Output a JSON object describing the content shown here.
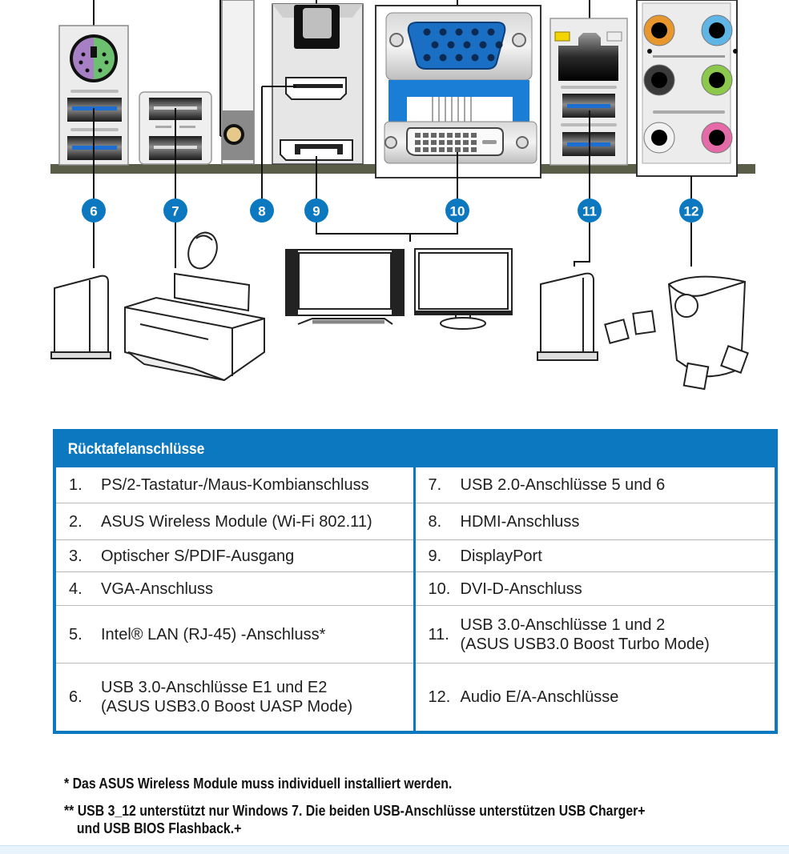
{
  "diagram": {
    "callouts": [
      "6",
      "7",
      "8",
      "9",
      "10",
      "11",
      "12"
    ],
    "colors": {
      "accent_blue": "#0b78c0",
      "ps2_keyboard": "#a77fc4",
      "ps2_mouse": "#6cc070",
      "usb3_blue": "#1c6fd1",
      "audio_orange": "#e8962e",
      "audio_lightblue": "#5fb6e6",
      "audio_black": "#3a3a3a",
      "audio_green": "#8cc84b",
      "audio_white": "#f2f2f2",
      "audio_pink": "#e56aa8",
      "lan_led_yellow": "#f1d400"
    },
    "devices": [
      "external-drive-6",
      "printer",
      "mouse",
      "tv-monitor",
      "lcd-monitor",
      "external-drive-11",
      "speaker-system"
    ]
  },
  "table": {
    "title": "Rücktafelanschlüsse",
    "left": [
      {
        "num": "1.",
        "text": "PS/2-Tastatur-/Maus-Kombianschluss",
        "sub": ""
      },
      {
        "num": "2.",
        "text": "ASUS Wireless Module (Wi-Fi 802.11)",
        "sub": ""
      },
      {
        "num": "3.",
        "text": "Optischer S/PDIF-Ausgang",
        "sub": ""
      },
      {
        "num": "4.",
        "text": "VGA-Anschluss",
        "sub": ""
      },
      {
        "num": "5.",
        "text": "Intel® LAN (RJ-45) -Anschluss*",
        "sub": ""
      },
      {
        "num": "6.",
        "text": "USB 3.0-Anschlüsse E1 und E2",
        "sub": "(ASUS USB3.0 Boost UASP Mode)"
      }
    ],
    "right": [
      {
        "num": "7.",
        "text": "USB 2.0-Anschlüsse 5 und 6",
        "sub": ""
      },
      {
        "num": "8.",
        "text": "HDMI-Anschluss",
        "sub": ""
      },
      {
        "num": "9.",
        "text": "DisplayPort",
        "sub": ""
      },
      {
        "num": "10.",
        "text": "DVI-D-Anschluss",
        "sub": ""
      },
      {
        "num": "11.",
        "text": "USB 3.0-Anschlüsse 1 und 2",
        "sub": "(ASUS USB3.0 Boost Turbo Mode)"
      },
      {
        "num": "12.",
        "text": "Audio E/A-Anschlüsse",
        "sub": ""
      }
    ]
  },
  "footnotes": {
    "note1": "* Das ASUS Wireless Module muss individuell installiert werden.",
    "note2_line1": "** USB 3_12 unterstützt nur Windows 7. Die beiden USB-Anschlüsse unterstützen USB Charger+",
    "note2_line2": "und USB BIOS Flashback.+"
  }
}
